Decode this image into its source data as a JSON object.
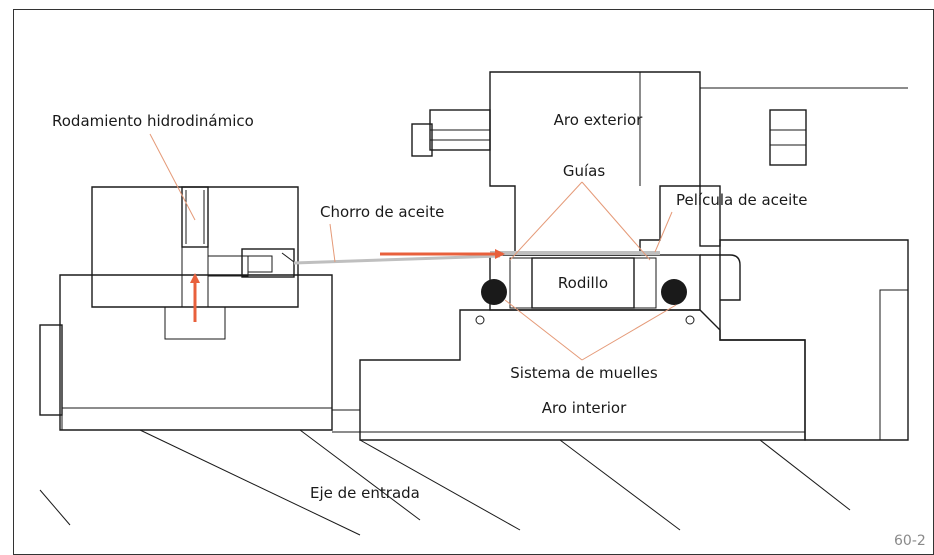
{
  "labels": {
    "hydro_bearing": "Rodamiento hidrodinámico",
    "outer_ring": "Aro exterior",
    "guides": "Guías",
    "oil_jet": "Chorro de aceite",
    "oil_film": "Película de aceite",
    "roller": "Rodillo",
    "spring_system": "Sistema de muelles",
    "inner_ring": "Aro interior",
    "input_shaft": "Eje de entrada"
  },
  "figure_number": "60-2",
  "colors": {
    "outline": "#1a1a1a",
    "hatch": "#333333",
    "oil_fill": "#5e5e5e",
    "arrow": "#e8603c",
    "leader": "#e59a78",
    "oil_film": "#bfbfbf",
    "figure_number": "#8a8a8a"
  }
}
